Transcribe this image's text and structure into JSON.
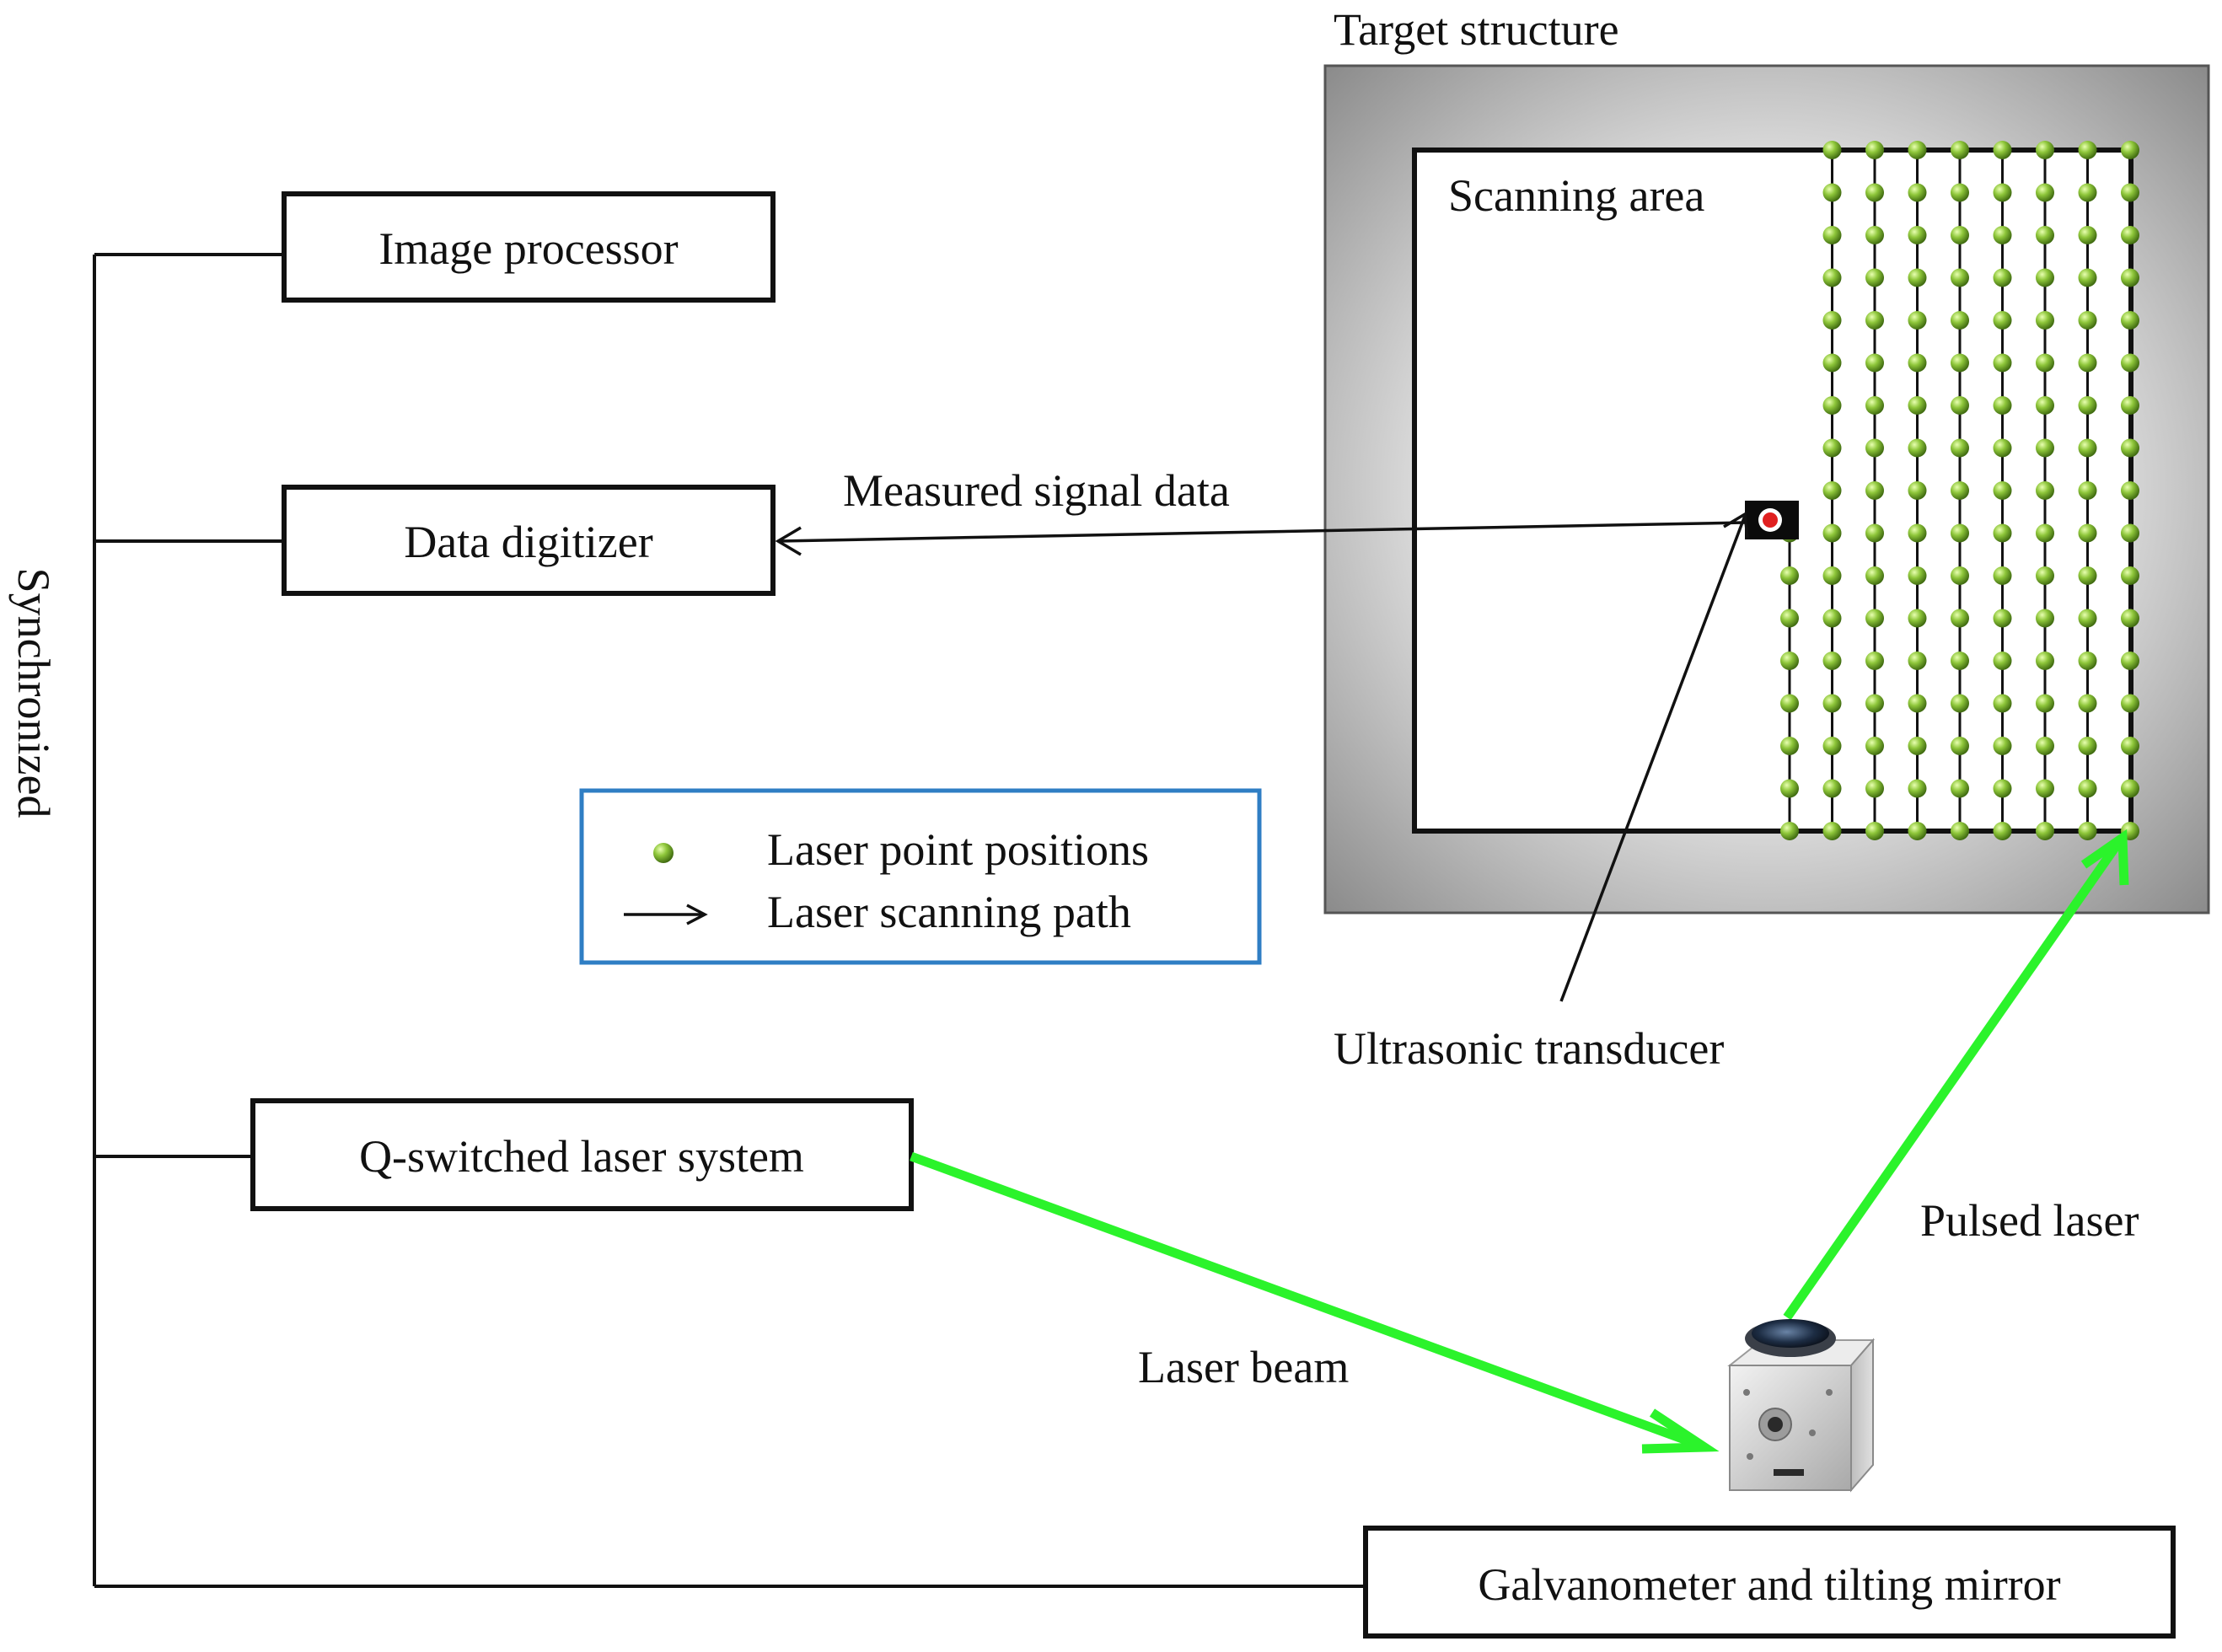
{
  "target_structure_label": "Target structure",
  "scanning_area_label": "Scanning area",
  "synchronized_label": "Synchronized",
  "boxes": {
    "image_processor": "Image processor",
    "data_digitizer": "Data digitizer",
    "laser_system": "Q-switched laser system",
    "galvanometer": "Galvanometer and tilting mirror"
  },
  "annotations": {
    "measured_signal": "Measured signal data",
    "ultrasonic_transducer": "Ultrasonic transducer",
    "pulsed_laser": "Pulsed laser",
    "laser_beam": "Laser beam"
  },
  "legend": {
    "point_label": "Laser point positions",
    "path_label": "Laser scanning path"
  },
  "scan_grid": {
    "columns": 9,
    "rows": 17,
    "first_column_rows_below_transducer": 8
  },
  "colors": {
    "laser_beam": "#2bf32b",
    "laser_point": "#7fb82a",
    "legend_border": "#2f7ec4",
    "structure_gradient_outer": "#8c8c8c",
    "structure_gradient_inner": "#f4f4f4",
    "transducer_dot": "#e02020"
  },
  "icons": {
    "galvanometer": "galvanometer-scanner-icon",
    "transducer": "ultrasonic-transducer-icon"
  }
}
